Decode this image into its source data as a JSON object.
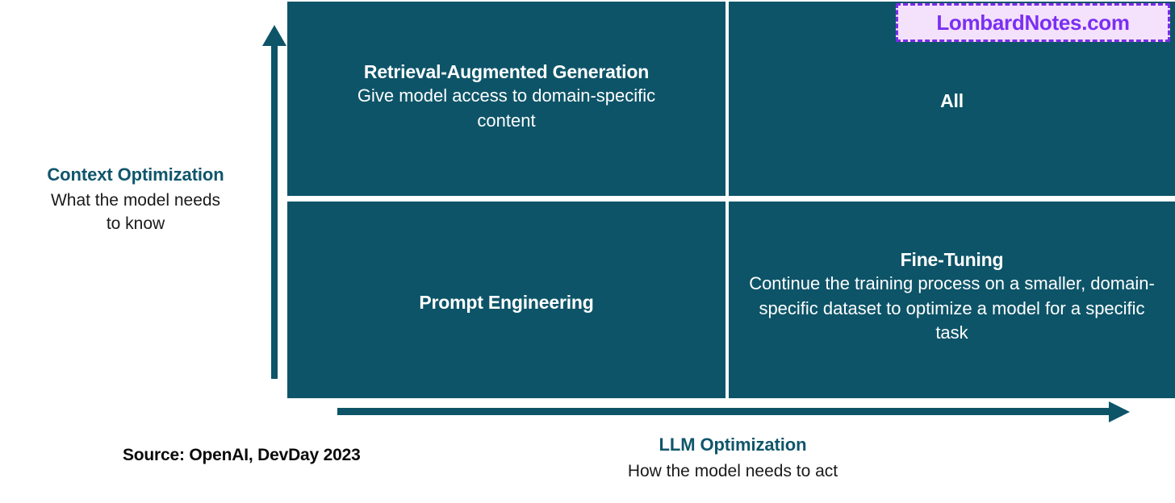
{
  "diagram": {
    "type": "2x2-matrix",
    "fill_color": "#0D5468",
    "accent_color": "#10566B",
    "quadrants": [
      {
        "position": "top-left",
        "title": "Retrieval-Augmented Generation",
        "description": "Give model access to domain-specific content"
      },
      {
        "position": "top-right",
        "title": "All",
        "description": ""
      },
      {
        "position": "bottom-left",
        "title": "Prompt Engineering",
        "description": ""
      },
      {
        "position": "bottom-right",
        "title": "Fine-Tuning",
        "description": "Continue the training process on a smaller, domain-specific dataset to optimize a model for a specific task"
      }
    ]
  },
  "y_axis": {
    "title": "Context Optimization",
    "subtitle": "What the model needs to know",
    "arrow": "up-arrow-icon"
  },
  "x_axis": {
    "title": "LLM Optimization",
    "subtitle": "How the model needs to act",
    "arrow": "right-arrow-icon"
  },
  "source_note": "Source: OpenAI, DevDay 2023",
  "watermark": {
    "text": "LombardNotes.com",
    "text_color": "#7B2FF2",
    "background_color": "#F4E2FC",
    "border_color": "#7D2AE8"
  }
}
